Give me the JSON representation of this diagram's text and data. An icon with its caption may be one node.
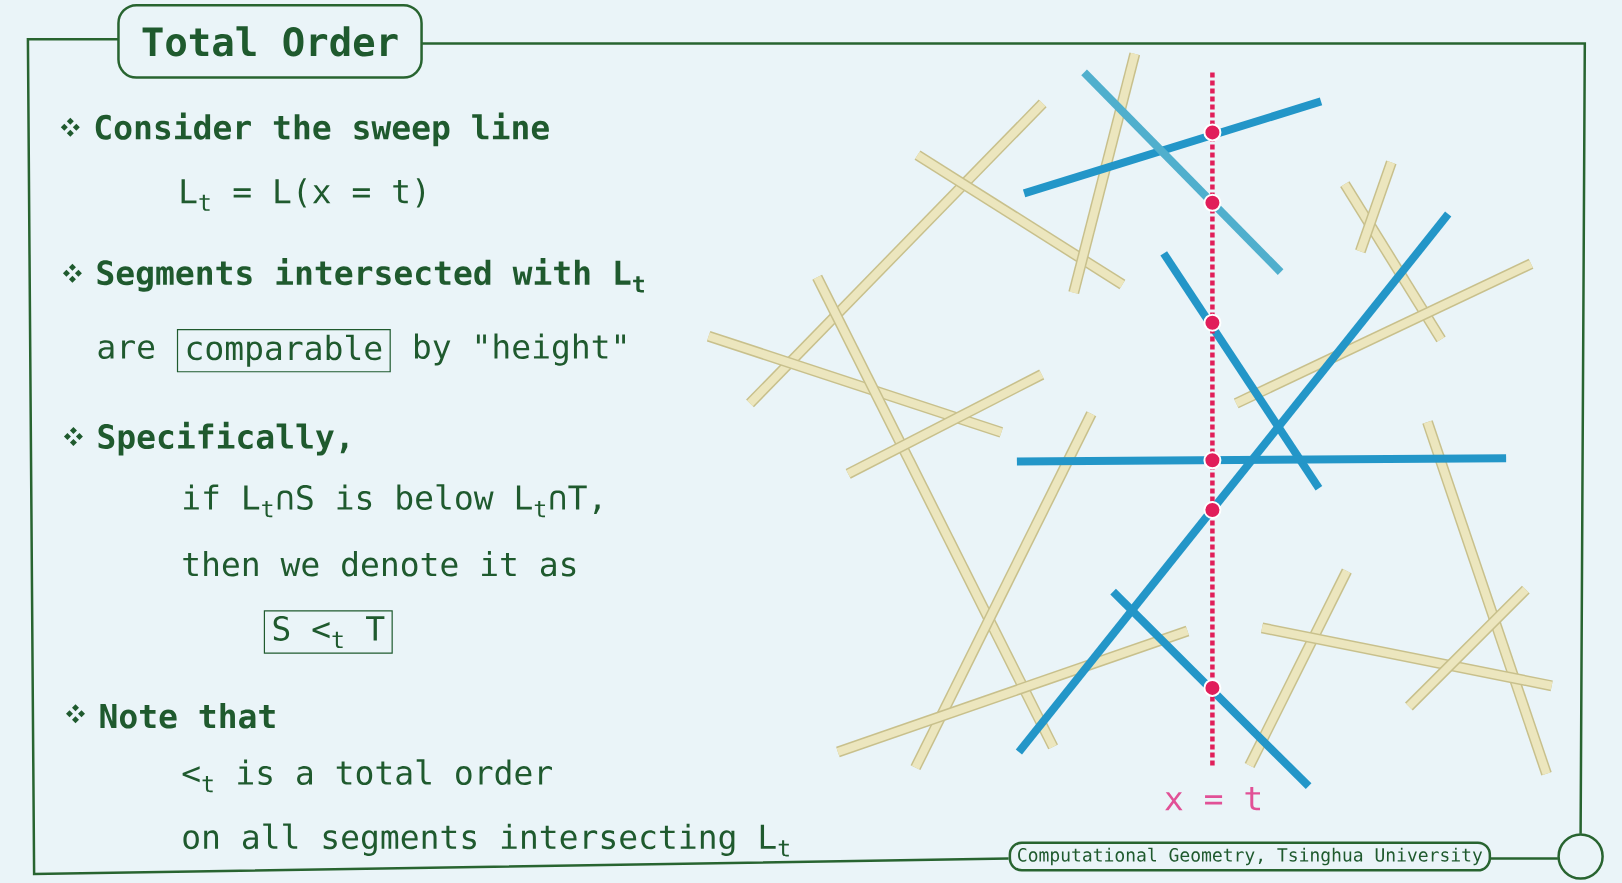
{
  "diagram": {
    "title": "Total Order",
    "nodes": [
      {
        "text": [
          "comparable"
        ]
      },
      {
        "text": [
          "S <$_{t}$ T"
        ]
      },
      {
        "text": [
          "Computational Geometry, Tsinghua University"
        ]
      }
    ],
    "labels": [
      "Consider the sweep line",
      "L$_{t}$ = L(x = t)",
      "Segments intersected with L$_{t}$",
      "are",
      "by \"height\"",
      "Specifically,",
      "if L$_{t}$∩S is below L$_{t}$∩T,",
      "then we denote it as",
      "Note that",
      "<$_{t}$ is a total order",
      "on all segments intersecting L$_{t}$",
      "x = t"
    ]
  }
}
